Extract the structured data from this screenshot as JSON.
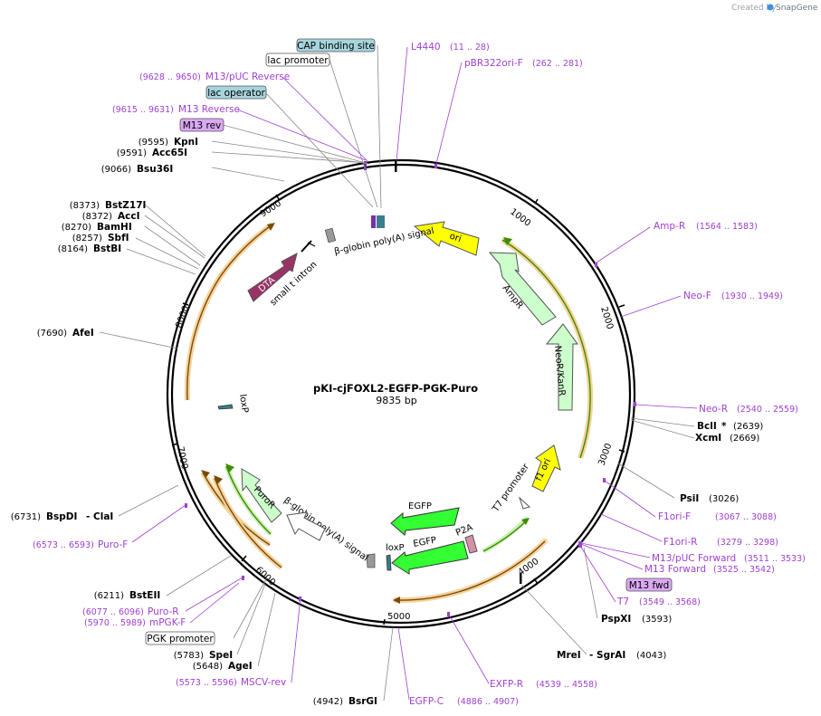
{
  "app": {
    "credit_prefix": "Created by",
    "credit_brand": "SnapGene"
  },
  "plasmid": {
    "name": "pKI-cjFOXL2-EGFP-PGK-Puro",
    "length_label": "9835 bp",
    "length": 9835
  },
  "ticks": [
    "1000",
    "2000",
    "3000",
    "4000",
    "5000",
    "6000",
    "7000",
    "8000",
    "9000"
  ],
  "enzymes": [
    {
      "pos": "(9595)",
      "name": "KpnI"
    },
    {
      "pos": "(9591)",
      "name": "Acc65I"
    },
    {
      "pos": "(9066)",
      "name": "Bsu36I"
    },
    {
      "pos": "(8373)",
      "name": "BstZ17I"
    },
    {
      "pos": "(8372)",
      "name": "AccI"
    },
    {
      "pos": "(8270)",
      "name": "BamHI"
    },
    {
      "pos": "(8257)",
      "name": "SbfI"
    },
    {
      "pos": "(8164)",
      "name": "BstBI"
    },
    {
      "pos": "(7690)",
      "name": "AfeI"
    },
    {
      "pos": "(6731)",
      "name": "BspDI",
      "extra": "- ClaI"
    },
    {
      "pos": "(6211)",
      "name": "BstEII"
    },
    {
      "pos": "(5783)",
      "name": "SpeI"
    },
    {
      "pos": "(5648)",
      "name": "AgeI"
    },
    {
      "pos": "(4942)",
      "name": "BsrGI"
    },
    {
      "pos": "(2639)",
      "name": "BclI",
      "extra": "*"
    },
    {
      "pos": "(2669)",
      "name": "XcmI"
    },
    {
      "pos": "(3026)",
      "name": "PsiI"
    },
    {
      "pos": "(3593)",
      "name": "PspXI"
    },
    {
      "pos": "(4043)",
      "name": "MreI",
      "extra": "- SgrAI"
    }
  ],
  "primers": [
    {
      "name": "L4440",
      "pos": "(11 .. 28)"
    },
    {
      "name": "pBR322ori-F",
      "pos": "(262 .. 281)"
    },
    {
      "name": "M13/pUC Reverse",
      "pos": "(9628 .. 9650)"
    },
    {
      "name": "M13 Reverse",
      "pos": "(9615 .. 9631)"
    },
    {
      "name": "Amp-R",
      "pos": "(1564 .. 1583)"
    },
    {
      "name": "Neo-F",
      "pos": "(1930 .. 1949)"
    },
    {
      "name": "Neo-R",
      "pos": "(2540 .. 2559)"
    },
    {
      "name": "F1ori-F",
      "pos": "(3067 .. 3088)"
    },
    {
      "name": "F1ori-R",
      "pos": "(3279 .. 3298)"
    },
    {
      "name": "M13/pUC Forward",
      "pos": "(3511 .. 3533)"
    },
    {
      "name": "M13 Forward",
      "pos": "(3525 .. 3542)"
    },
    {
      "name": "T7",
      "pos": "(3549 .. 3568)"
    },
    {
      "name": "EXFP-R",
      "pos": "(4539 .. 4558)"
    },
    {
      "name": "EGFP-C",
      "pos": "(4886 .. 4907)"
    },
    {
      "name": "MSCV-rev",
      "pos": "(5573 .. 5596)"
    },
    {
      "name": "Puro-R",
      "pos": "(6077 .. 6096)"
    },
    {
      "name": "mPGK-F",
      "pos": "(5970 .. 5989)"
    },
    {
      "name": "Puro-F",
      "pos": "(6573 .. 6593)"
    }
  ],
  "boxed_features": [
    {
      "label": "CAP binding site",
      "color": "#a6d4dc"
    },
    {
      "label": "lac promoter",
      "color": "#ffffff"
    },
    {
      "label": "lac operator",
      "color": "#a6d4dc"
    },
    {
      "label": "M13 rev",
      "color": "#d9a8f2"
    },
    {
      "label": "M13 fwd",
      "color": "#d9a8f2"
    },
    {
      "label": "PGK promoter",
      "color": "#ffffff"
    }
  ],
  "features": [
    {
      "label": "ori",
      "color": "#ffff00"
    },
    {
      "label": "AmpR",
      "color": "#ccffcc"
    },
    {
      "label": "NeoR/KanR",
      "color": "#ccffcc"
    },
    {
      "label": "f1 ori",
      "color": "#ffff00"
    },
    {
      "label": "T7 promoter",
      "color": "#ffffff"
    },
    {
      "label": "P2A",
      "color": "#d68fa5"
    },
    {
      "label": "EGFP",
      "color": "#33ff33"
    },
    {
      "label": "EGFP",
      "color": "#33ff33"
    },
    {
      "label": "loxP",
      "color": "#3a7d8c"
    },
    {
      "label": "β-globin poly(A) signal",
      "color": "#999999"
    },
    {
      "label": "PuroR",
      "color": "#ccffcc"
    },
    {
      "label": "β-globin poly(A) signal",
      "color": "#999999"
    },
    {
      "label": "small t intron",
      "color": "#ffffff"
    },
    {
      "label": "DTA",
      "color": "#993366"
    },
    {
      "label": "loxP",
      "color": "#3a7d8c"
    }
  ],
  "colors": {
    "enzyme_line": "#888888",
    "primer_line": "#a040d0",
    "orf_fill": "#f5d39a",
    "orf_arrow": "#7a4a0a",
    "green_arrow": "#3c8c00"
  }
}
